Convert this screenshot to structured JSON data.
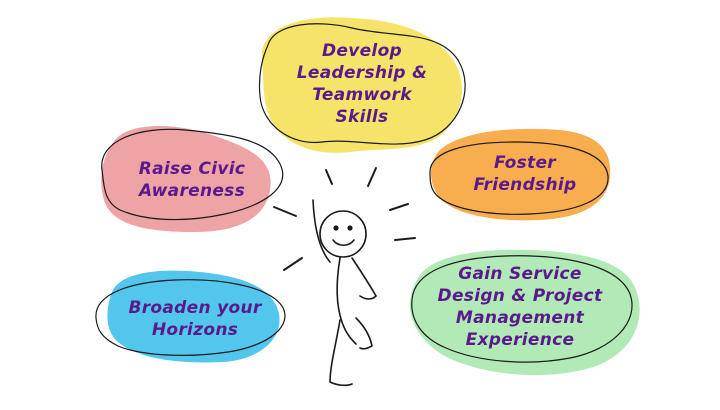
{
  "bubbles": {
    "leadership": {
      "line1": "Develop",
      "line2": "Leadership &",
      "line3": "Teamwork",
      "line4": "Skills",
      "color": "#f6e46a"
    },
    "civic": {
      "line1": "Raise Civic",
      "line2": "Awareness",
      "color": "#eea3a5"
    },
    "friendship": {
      "line1": "Foster",
      "line2": "Friendship",
      "color": "#f8ad4e"
    },
    "horizons": {
      "line1": "Broaden your",
      "line2": "Horizons",
      "color": "#52c6ec"
    },
    "service": {
      "line1": "Gain Service",
      "line2": "Design & Project",
      "line3": "Management",
      "line4": "Experience",
      "color": "#b2eab7"
    }
  },
  "text_color": "#5b1a8c",
  "figure": {
    "icon": "stick-figure-thinking-icon"
  }
}
